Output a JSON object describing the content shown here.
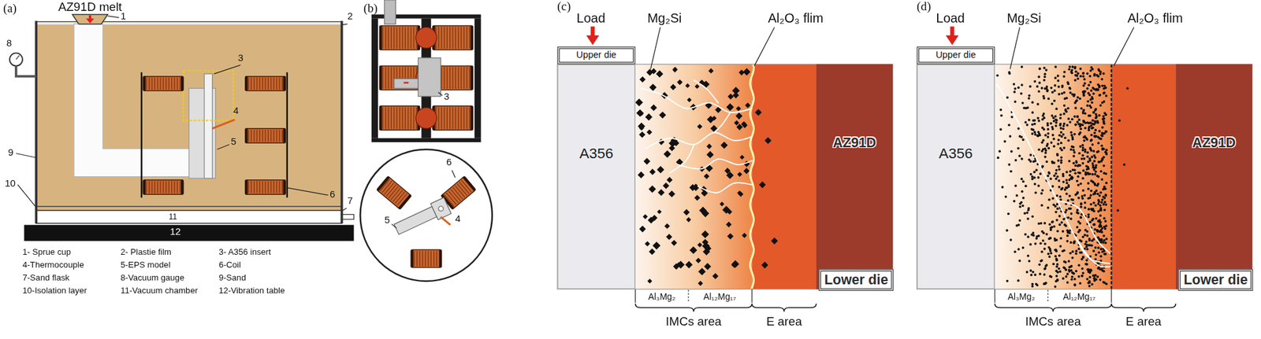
{
  "diagram": {
    "nodes": [
      {
        "text": [
          "Upper die"
        ]
      },
      {
        "text": [
          "A356"
        ]
      },
      {
        "text": [
          "AZ91D"
        ]
      },
      {
        "text": [
          "Lower die"
        ],
        "in": 2
      },
      {
        "text": [
          "Upper die"
        ]
      },
      {
        "text": [
          "A356"
        ]
      },
      {
        "text": [
          "AZ91D"
        ]
      },
      {
        "text": [
          "Lower die"
        ],
        "in": 6
      }
    ],
    "labels": [
      "(a)",
      "AZ91D melt",
      "1",
      "2",
      "3",
      "4",
      "5",
      "6",
      "7",
      "8",
      "9",
      "10",
      "11",
      "12",
      "1- Sprue cup",
      "2- Plastie film",
      "3- A356 insert",
      "4-Thermocouple",
      "5-EPS model",
      "6-Coil",
      "7-Sand flask",
      "8-Vacuum gauge",
      "9-Sand",
      "10-Isolation layer",
      "11-Vacuum chamber",
      "12-Vibration table",
      "(b)",
      "3",
      "6",
      "5",
      "4",
      "(c)",
      "Load",
      "Mg₂Si",
      "Al₂O₃ flim",
      "Al₃Mg₂",
      "Al₁₂Mg₁₇",
      "IMCs area",
      "E area",
      "(d)",
      "Load",
      "Mg₂Si",
      "Al₂O₃ flim",
      "Al₃Mg₂",
      "Al₁₂Mg₁₇",
      "IMCs area",
      "E area"
    ]
  }
}
